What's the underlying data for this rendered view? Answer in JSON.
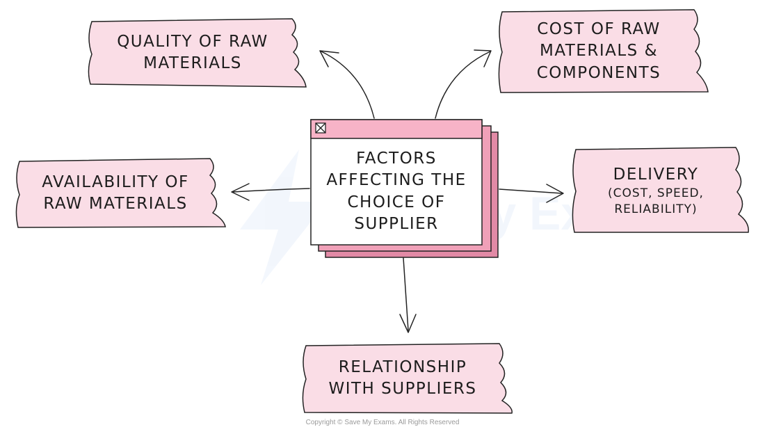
{
  "center": {
    "title": "FACTORS\nAFFECTING THE\nCHOICE OF\nSUPPLIER"
  },
  "factors": {
    "quality": "QUALITY  OF RAW\nMATERIALS",
    "cost": "COST  OF  RAW\nMATERIALS  &\nCOMPONENTS",
    "availability": "AVAILABILITY  OF\nRAW  MATERIALS",
    "delivery_title": "DELIVERY",
    "delivery_detail": "(COST, SPEED,\nRELIABILITY)",
    "relationship": "RELATIONSHIP\nWITH  SUPPLIERS"
  },
  "watermark": "Save My Exams",
  "copyright": "Copyright © Save My Exams. All Rights Reserved",
  "colors": {
    "box_fill": "#fadde6",
    "header_fill": "#f7b3c7",
    "stack_fill": "#e28aa6",
    "stroke": "#222222"
  }
}
